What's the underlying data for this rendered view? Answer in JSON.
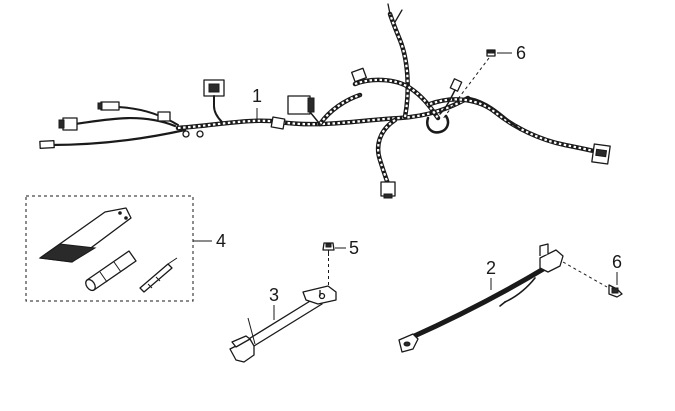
{
  "callouts": {
    "harness": "1",
    "battery_cable": "2",
    "bracket": "3",
    "tool_kit": "4",
    "bolt_bracket": "5",
    "bolt_harness": "6",
    "bolt_cable": "6"
  },
  "colors": {
    "line": "#1a1a1a",
    "background": "#ffffff"
  }
}
